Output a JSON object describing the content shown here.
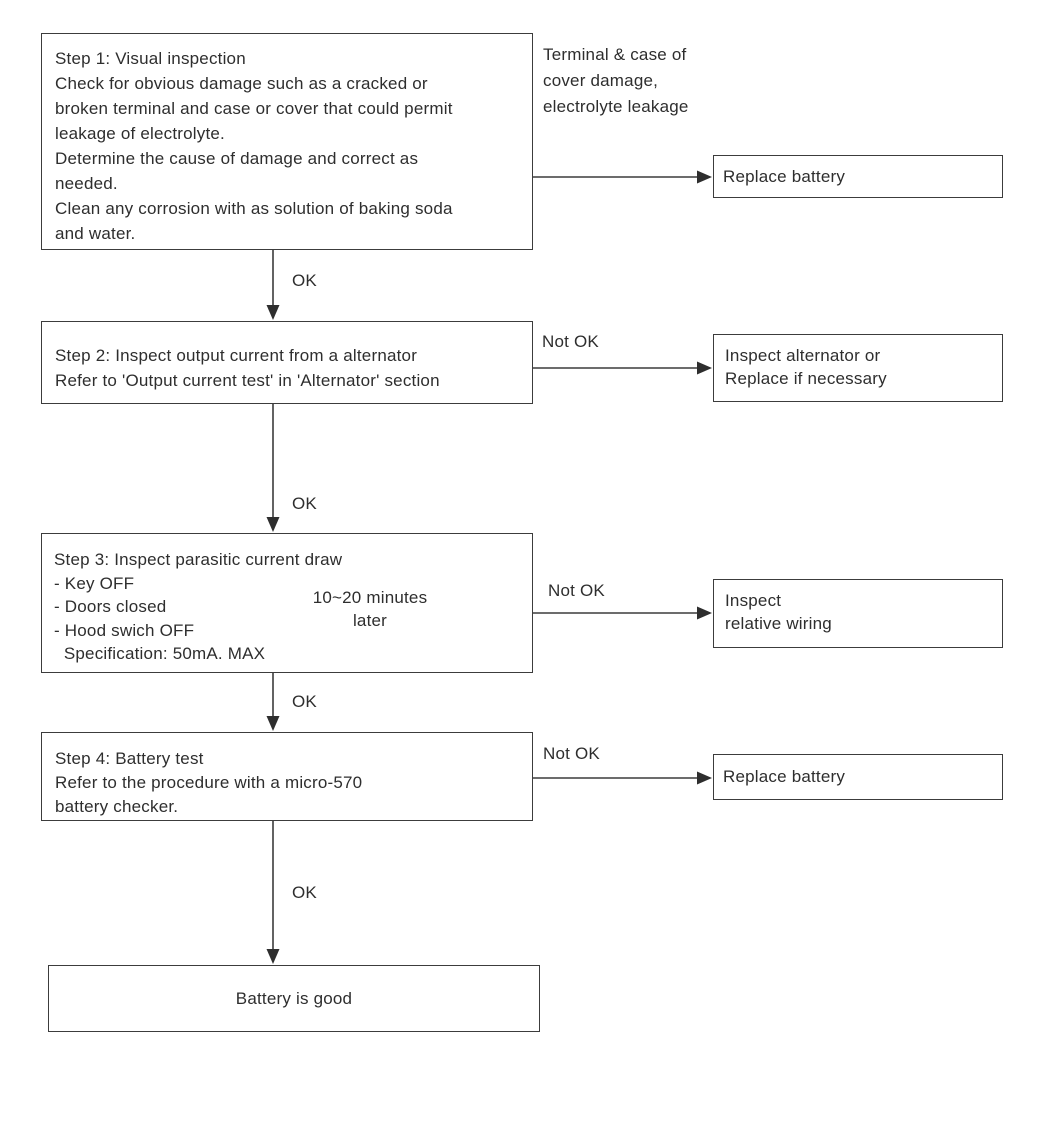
{
  "flowchart": {
    "step1": {
      "text": "Step 1: Visual inspection\nCheck for obvious damage such as a cracked or\nbroken terminal and case or cover that could permit\nleakage of electrolyte.\nDetermine the cause of damage and correct as\nneeded.\nClean any corrosion with as solution of baking soda\nand water.",
      "branch_condition": "Terminal & case of\ncover damage,\nelectrolyte leakage"
    },
    "step2": {
      "text": "Step 2: Inspect output current from a alternator\nRefer to 'Output current test' in 'Alternator' section"
    },
    "step3": {
      "text": "Step 3: Inspect parasitic current draw\n- Key OFF\n- Doors closed\n- Hood swich OFF\n  Specification: 50mA. MAX",
      "timer_note": "10~20 minutes\nlater"
    },
    "step4": {
      "text": "Step 4: Battery test\nRefer to the procedure with a micro-570\nbattery checker."
    },
    "outcomes": {
      "replace_battery_top": "Replace battery",
      "inspect_alternator": "Inspect alternator or\nReplace if necessary",
      "inspect_wiring": "Inspect\nrelative wiring",
      "replace_battery_bottom": "Replace battery",
      "battery_good": "Battery is good"
    },
    "edge_labels": {
      "ok_1": "OK",
      "ok_2": "OK",
      "ok_3": "OK",
      "ok_4": "OK",
      "not_ok_1": "Not OK",
      "not_ok_2": "Not OK",
      "not_ok_3": "Not OK"
    }
  },
  "colors": {
    "line": "#3c3c3c",
    "text": "#2e2e2e",
    "background": "#ffffff"
  }
}
